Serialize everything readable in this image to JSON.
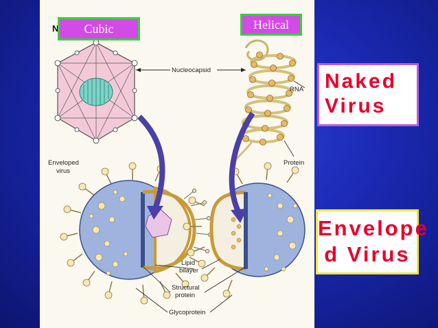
{
  "labels": {
    "cubic": "Cubic",
    "helical": "Helical",
    "naked_virus": "Naked Virus",
    "enveloped_virus": "Envelope d Virus",
    "nucleocapsid": "Nucleocapsid",
    "rna": "RNA",
    "protein": "Protein",
    "enveloped_virus_figure": "Enveloped virus",
    "lipid_bilayer": "Lipid bilayer",
    "structural_protein": "Structural protein",
    "glycoprotein": "Glycoprotein"
  },
  "colors": {
    "background": "#1a28b0",
    "tag_fill": "#d24be6",
    "tag_border": "#39d13b",
    "naked_border": "#b95ed8",
    "enveloped_border": "#f3e53a",
    "text_red": "#e8002b",
    "capsid_pink": "#f2c8d6",
    "envelope_blue": "#9fb3df",
    "spike_cream": "#f6e7b0",
    "arrow_purple": "#4b3fa8"
  }
}
